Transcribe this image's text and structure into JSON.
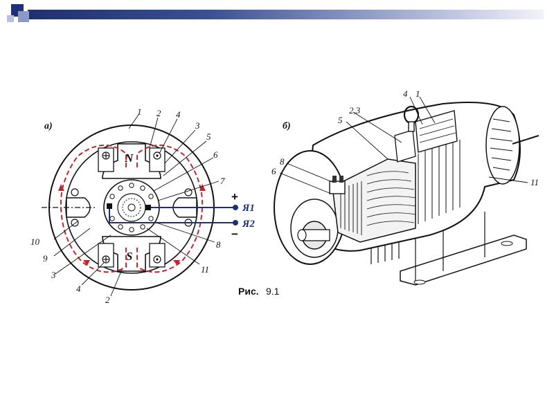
{
  "header": {
    "bar_colors": [
      "#20306e",
      "#aab3d6"
    ],
    "corner_colors": [
      "#1f2f7a",
      "#8c99c7"
    ]
  },
  "diagram_a": {
    "panel_label": "а)",
    "pole_top": "N",
    "pole_bottom": "S",
    "callouts_top": [
      "1",
      "2",
      "4",
      "3",
      "5",
      "6",
      "7"
    ],
    "callouts_right": [
      "8",
      "11"
    ],
    "callouts_left": [
      "10",
      "9",
      "3",
      "4"
    ],
    "callout_bottom": "2",
    "terminal_plus": "+",
    "terminal_minus": "−",
    "terminal_1": "Я1",
    "terminal_2": "Я2",
    "flux_color": "#c0272d",
    "circuit_color": "#1f2f7a"
  },
  "diagram_b": {
    "panel_label": "б)",
    "callout_4": "4",
    "callout_1": "1",
    "callout_23": "2,3",
    "callout_5": "5",
    "callout_8": "8",
    "callout_6": "6",
    "callout_11": "11"
  },
  "caption": {
    "prefix": "Рис.",
    "number": "9.1"
  }
}
